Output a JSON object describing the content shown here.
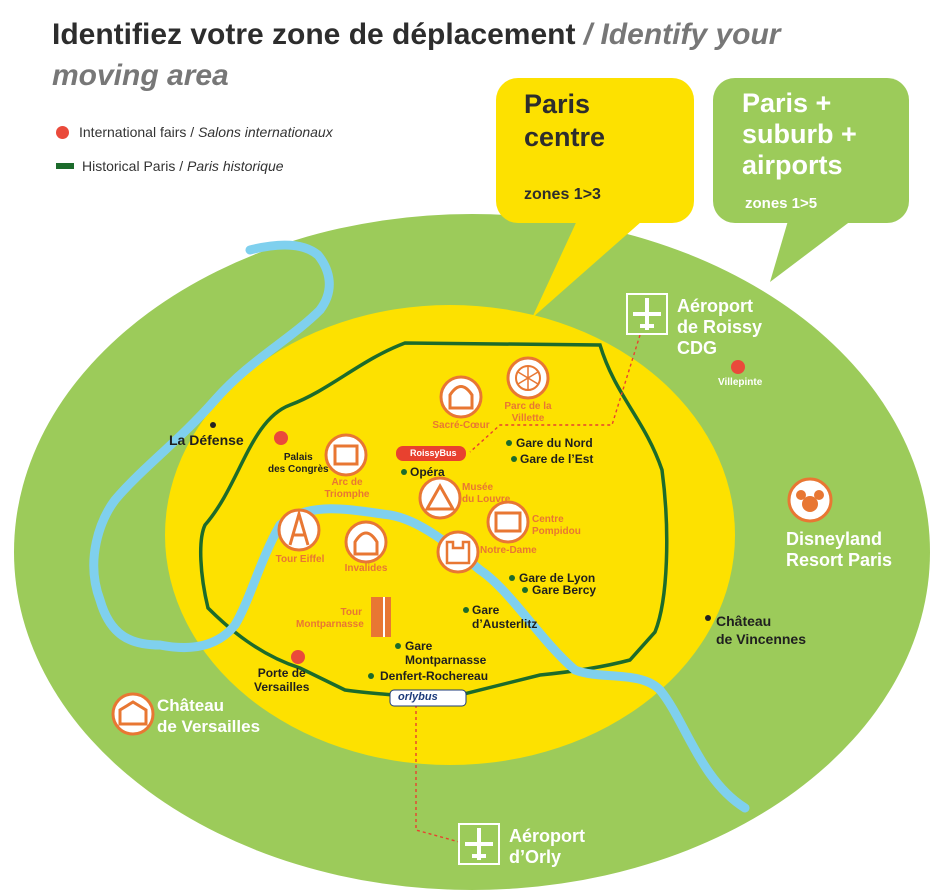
{
  "title": {
    "fr": "Identifiez votre zone de déplacement",
    "sep": " / ",
    "en": "Identify your moving area"
  },
  "legend": [
    {
      "fr": "International fairs / ",
      "it": "Salons internationaux",
      "color": "#ea4a3b",
      "icon": "red-dot-icon"
    },
    {
      "fr": "Historical Paris / ",
      "it": "Paris historique",
      "color": "#1c6b2b",
      "icon": "green-line-icon"
    }
  ],
  "zones": {
    "centre": {
      "title_1": "Paris",
      "title_2": "centre",
      "zones": "zones 1>3",
      "color": "#fde100"
    },
    "outer": {
      "title_1": "Paris +",
      "title_2": "suburb +",
      "title_3": "airports",
      "zones": "zones 1>5",
      "color": "#9ccb5a"
    }
  },
  "places": {
    "la_defense": "La Défense",
    "palais_1": "Palais",
    "palais_2": "des Congrès",
    "arc_1": "Arc de",
    "arc_2": "Triomphe",
    "sacre": "Sacré-Cœur",
    "villette_1": "Parc de la",
    "villette_2": "Villette",
    "gare_nord": "Gare du Nord",
    "gare_est": "Gare de l’Est",
    "roissybus": "RoissyBus",
    "opera": "Opéra",
    "louvre_1": "Musée",
    "louvre_2": "du Louvre",
    "pompidou_1": "Centre",
    "pompidou_2": "Pompidou",
    "notre_dame": "Notre-Dame",
    "tour_eiffel": "Tour Eiffel",
    "invalides": "Invalides",
    "gare_lyon": "Gare de Lyon",
    "gare_bercy": "Gare Bercy",
    "austerlitz_1": "Gare",
    "austerlitz_2": "d’Austerlitz",
    "montparnasse_tower_1": "Tour",
    "montparnasse_tower_2": "Montparnasse",
    "gare_mp_1": "Gare",
    "gare_mp_2": "Montparnasse",
    "denfert": "Denfert-Rochereau",
    "orlybus": "orlybus",
    "porte_1": "Porte de",
    "porte_2": "Versailles",
    "versailles_1": "Château",
    "versailles_2": "de Versailles",
    "roissy_1": "Aéroport",
    "roissy_2": "de Roissy",
    "roissy_3": "CDG",
    "villepinte": "Villepinte",
    "disney_1": "Disneyland",
    "disney_2": "Resort Paris",
    "vincennes_1": "Château",
    "vincennes_2": "de Vincennes",
    "orly_1": "Aéroport",
    "orly_2": "d’Orly"
  },
  "colors": {
    "green_zone": "#9ccb5a",
    "yellow_zone": "#fde100",
    "seine": "#7fd0ee",
    "historic": "#1c6b2b",
    "accent_orange": "#e87733",
    "fair_red": "#ea4a3b"
  }
}
